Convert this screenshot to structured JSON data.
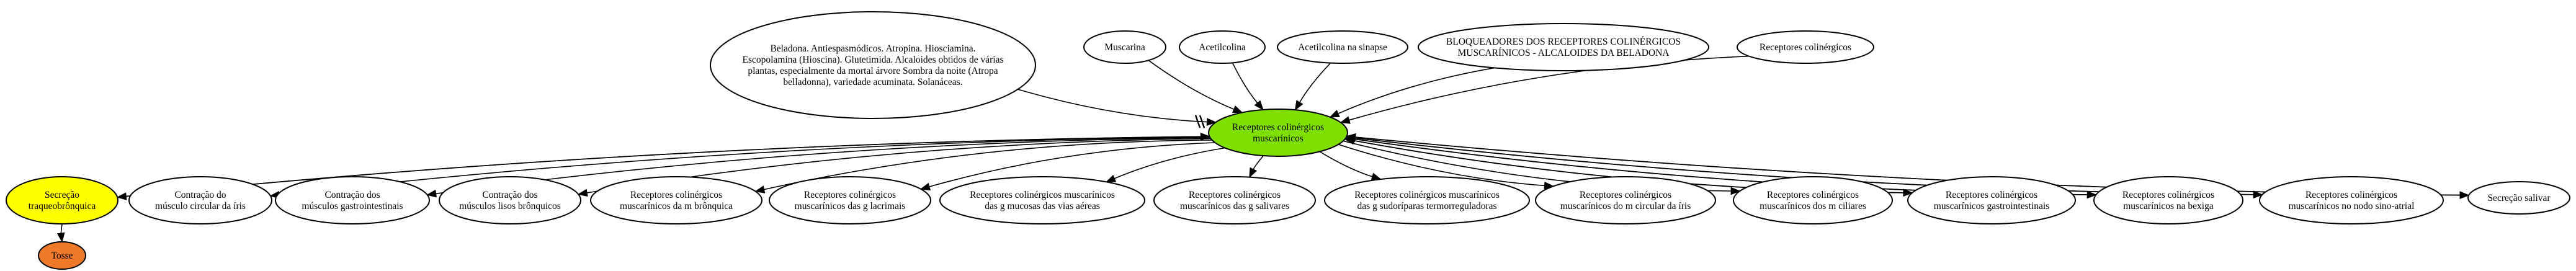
{
  "nodes": {
    "center": {
      "lines": [
        "Receptores colinérgicos",
        "muscarínicos"
      ],
      "fill": "#7fe000"
    },
    "beladona": {
      "lines": [
        "Beladona. Antiespasmódicos. Atropina. Hiosciamina.",
        "Escopolamina (Hioscina). Glutetimida. Alcaloides obtidos de várias",
        "plantas, especialmente da mortal árvore Sombra da noite (Atropa",
        "belladonna), variedade acuminata. Solanáceas."
      ]
    },
    "muscarina": {
      "lines": [
        "Muscarina"
      ]
    },
    "acetilcolina": {
      "lines": [
        "Acetilcolina"
      ]
    },
    "acetilcolina_sinapse": {
      "lines": [
        "Acetilcolina na sinapse"
      ]
    },
    "bloqueadores": {
      "lines": [
        "BLOQUEADORES DOS RECEPTORES COLINÉRGICOS",
        "MUSCARÍNICOS - ALCALOIDES DA BELADONA"
      ]
    },
    "receptores_colinergicos": {
      "lines": [
        "Receptores colinérgicos"
      ]
    },
    "secrecao": {
      "lines": [
        "Secreção",
        "traqueobrônquica"
      ],
      "fill": "#ffff00"
    },
    "tosse": {
      "lines": [
        "Tosse"
      ],
      "fill": "#ee7a2a"
    },
    "contracao_iris": {
      "lines": [
        "Contração do",
        "músculo circular da íris"
      ]
    },
    "contracao_gastro": {
      "lines": [
        "Contração dos",
        "músculos gastrointestinais"
      ]
    },
    "contracao_bronquicos": {
      "lines": [
        "Contração dos",
        "músculos lisos brônquicos"
      ]
    },
    "rec_bronquica": {
      "lines": [
        "Receptores colinérgicos",
        "muscarínicos da m brônquica"
      ]
    },
    "rec_lacrimais": {
      "lines": [
        "Receptores colinérgicos",
        "muscarínicos das g lacrimais"
      ]
    },
    "rec_mucosas": {
      "lines": [
        "Receptores colinérgicos muscarínicos",
        "das g mucosas das vias aéreas"
      ]
    },
    "rec_salivares": {
      "lines": [
        "Receptores colinérgicos",
        "muscarínicos das g salivares"
      ]
    },
    "rec_sudoriparas": {
      "lines": [
        "Receptores colinérgicos muscarínicos",
        "das g sudoríparas termorreguladoras"
      ]
    },
    "rec_iris": {
      "lines": [
        "Receptores colinérgicos",
        "muscarínicos do m circular da íris"
      ]
    },
    "rec_ciliares": {
      "lines": [
        "Receptores colinérgicos",
        "muscarínicos dos m ciliares"
      ]
    },
    "rec_gastro": {
      "lines": [
        "Receptores colinérgicos",
        "muscarínicos gastrointestinais"
      ]
    },
    "rec_bexiga": {
      "lines": [
        "Receptores colinérgicos",
        "muscarínicos na bexiga"
      ]
    },
    "rec_sinoatrial": {
      "lines": [
        "Receptores colinérgicos",
        "muscarínicos no nodo sino-atrial"
      ]
    },
    "secrecao_salivar": {
      "lines": [
        "Secreção salivar"
      ]
    }
  },
  "edges": [
    {
      "from": "beladona",
      "to": "center",
      "blocked": true
    },
    {
      "from": "muscarina",
      "to": "center"
    },
    {
      "from": "acetilcolina",
      "to": "center"
    },
    {
      "from": "acetilcolina_sinapse",
      "to": "center"
    },
    {
      "from": "bloqueadores",
      "to": "center"
    },
    {
      "from": "receptores_colinergicos",
      "to": "center"
    },
    {
      "from": "center",
      "to": "secrecao"
    },
    {
      "from": "center",
      "to": "contracao_iris"
    },
    {
      "from": "center",
      "to": "contracao_gastro"
    },
    {
      "from": "center",
      "to": "contracao_bronquicos"
    },
    {
      "from": "center",
      "to": "rec_bronquica"
    },
    {
      "from": "center",
      "to": "rec_lacrimais"
    },
    {
      "from": "center",
      "to": "rec_mucosas"
    },
    {
      "from": "center",
      "to": "rec_salivares"
    },
    {
      "from": "center",
      "to": "rec_sudoriparas"
    },
    {
      "from": "center",
      "to": "rec_iris"
    },
    {
      "from": "center",
      "to": "rec_ciliares"
    },
    {
      "from": "center",
      "to": "rec_gastro"
    },
    {
      "from": "center",
      "to": "rec_bexiga"
    },
    {
      "from": "center",
      "to": "rec_sinoatrial"
    },
    {
      "from": "center",
      "to": "secrecao_salivar"
    },
    {
      "from": "secrecao",
      "to": "center"
    },
    {
      "from": "rec_gastro",
      "to": "center"
    },
    {
      "from": "rec_bexiga",
      "to": "center"
    },
    {
      "from": "rec_sinoatrial",
      "to": "center"
    },
    {
      "from": "secrecao_salivar",
      "to": "center"
    },
    {
      "from": "secrecao",
      "to": "tosse"
    }
  ]
}
